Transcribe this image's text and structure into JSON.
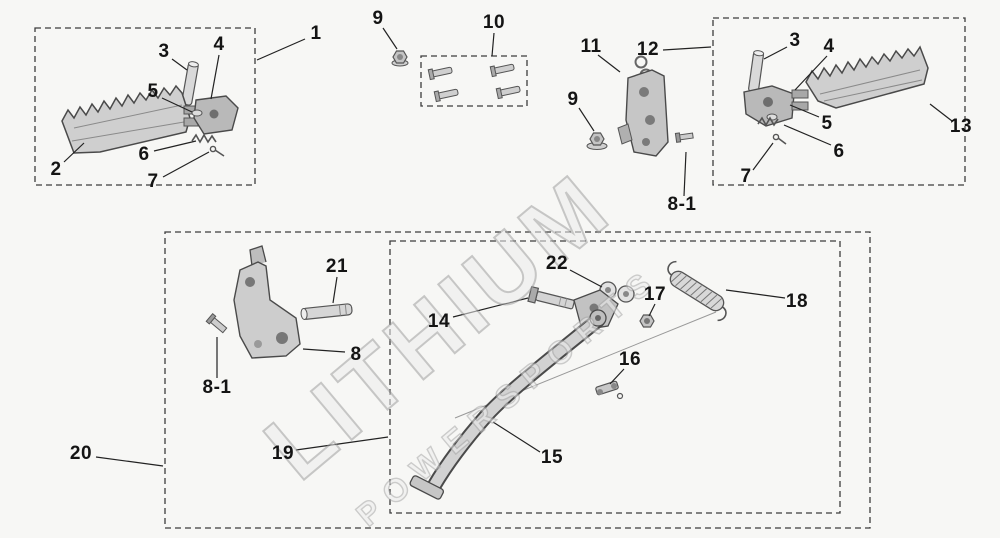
{
  "watermark": {
    "line1": "LITHIUM",
    "line2": "POWERSPORTS"
  },
  "callouts": [
    {
      "label": "1"
    },
    {
      "label": "9"
    },
    {
      "label": "10"
    },
    {
      "label": "11"
    },
    {
      "label": "12"
    },
    {
      "label": "3"
    },
    {
      "label": "4"
    },
    {
      "label": "5"
    },
    {
      "label": "6"
    },
    {
      "label": "7"
    },
    {
      "label": "2"
    },
    {
      "label": "9"
    },
    {
      "label": "8-1"
    },
    {
      "label": "3"
    },
    {
      "label": "4"
    },
    {
      "label": "5"
    },
    {
      "label": "6"
    },
    {
      "label": "7"
    },
    {
      "label": "13"
    },
    {
      "label": "21"
    },
    {
      "label": "22"
    },
    {
      "label": "17"
    },
    {
      "label": "18"
    },
    {
      "label": "14"
    },
    {
      "label": "8"
    },
    {
      "label": "16"
    },
    {
      "label": "8-1"
    },
    {
      "label": "19"
    },
    {
      "label": "15"
    },
    {
      "label": "20"
    }
  ]
}
